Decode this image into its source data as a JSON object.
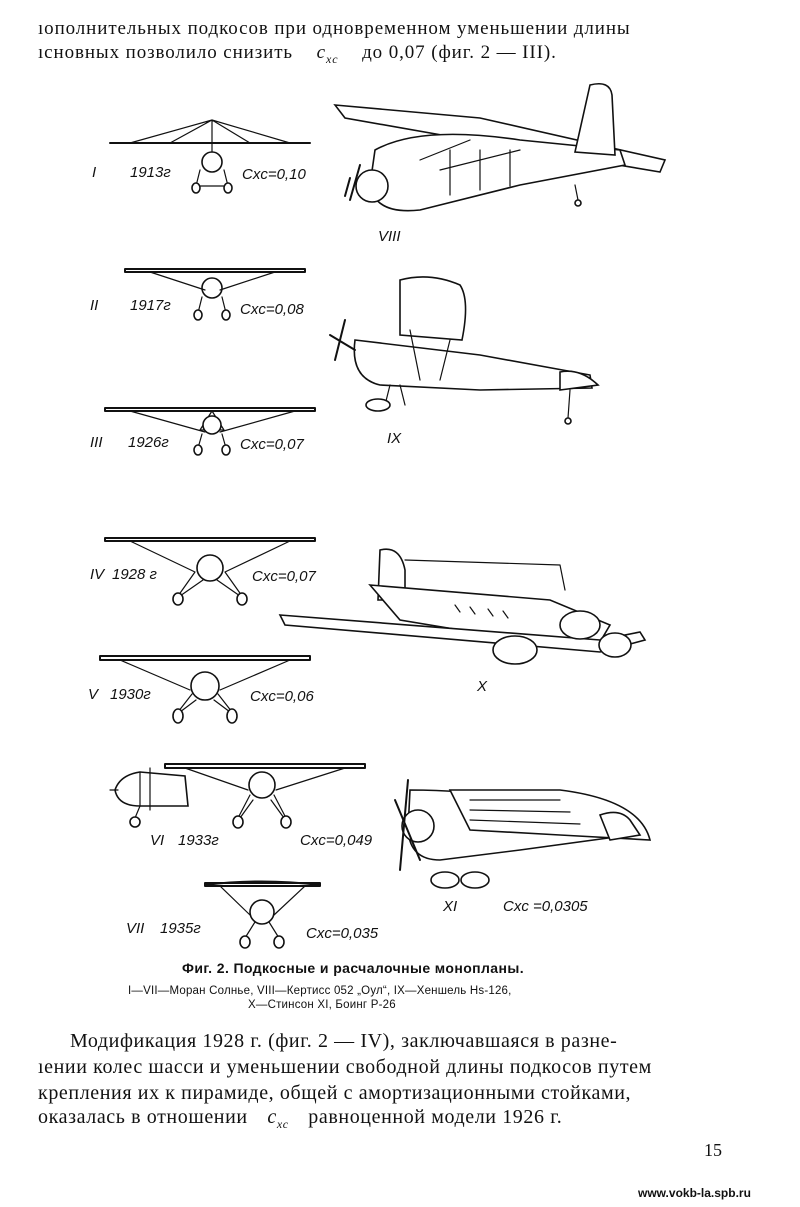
{
  "top_text": {
    "line1": "ıополнительных подкосов при одновременном уменьшении длины",
    "line2_pre": "ıсновных позволило снизить",
    "cx": "c",
    "cx_sub": "xc",
    "line2_post": "до 0,07 (фиг. 2 — III)."
  },
  "monoplanes": [
    {
      "numeral": "I",
      "year": "1913г",
      "coef": "Cxc=0,10",
      "cx_value": 0.1
    },
    {
      "numeral": "II",
      "year": "1917г",
      "coef": "Cxc=0,08",
      "cx_value": 0.08
    },
    {
      "numeral": "III",
      "year": "1926г",
      "coef": "Cxc=0,07",
      "cx_value": 0.07
    },
    {
      "numeral": "IV",
      "year": "1928 г",
      "coef": "Cxc=0,07",
      "cx_value": 0.07
    },
    {
      "numeral": "V",
      "year": "1930г",
      "coef": "Cxc=0,06",
      "cx_value": 0.06
    },
    {
      "numeral": "VI",
      "year": "1933г",
      "coef": "Cxc=0,049",
      "cx_value": 0.049
    },
    {
      "numeral": "VII",
      "year": "1935г",
      "coef": "Cxc=0,035",
      "cx_value": 0.035
    }
  ],
  "aircraft_3d": [
    {
      "numeral": "VIII"
    },
    {
      "numeral": "IX"
    },
    {
      "numeral": "X"
    },
    {
      "numeral": "XI",
      "coef": "Cxc =0,0305",
      "cx_value": 0.0305
    }
  ],
  "caption": {
    "title": "Фиг. 2. Подкосные и расчалочные монопланы.",
    "sub1": "I—VII—Моран Солнье, VIII—Кертисс 052 „Оул“, IX—Хеншель Hs-126,",
    "sub2": "X—Стинсон XI, Боинг Р-26"
  },
  "bottom_text": {
    "line1": "Модификация 1928 г. (фиг. 2 — IV), заключавшаяся в разне-",
    "line2": "ıении колес шасси и уменьшении свободной длины подкосов путем",
    "line3": "крепления их к пирамиде, общей с амортизационными стойками,",
    "line4_pre": "оказалась в отношении",
    "cx": "c",
    "cx_sub": "xc",
    "line4_post": "равноценной модели 1926 г."
  },
  "page_number": "15",
  "url": "www.vokb-la.spb.ru"
}
